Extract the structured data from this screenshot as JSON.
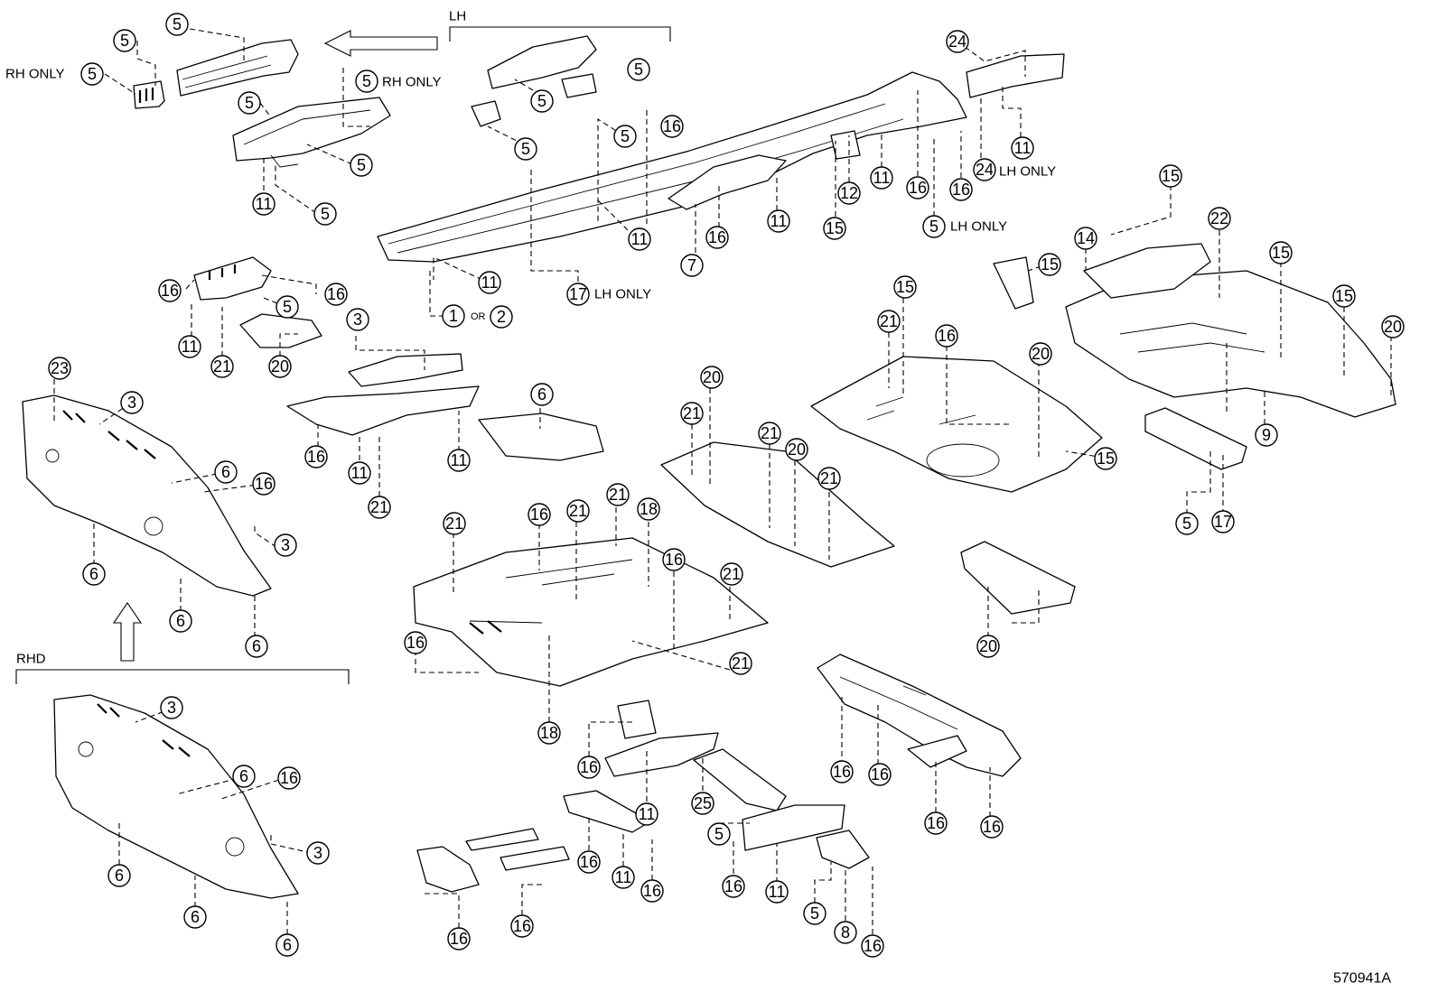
{
  "labels": {
    "rh_only": "RH ONLY",
    "lh_only": "LH ONLY",
    "lh": "LH",
    "rhd": "RHD",
    "or": "OR",
    "figure_id": "570941A"
  },
  "callouts": [
    "1",
    "2",
    "3",
    "5",
    "6",
    "7",
    "8",
    "9",
    "11",
    "12",
    "14",
    "15",
    "16",
    "17",
    "18",
    "20",
    "21",
    "22",
    "23",
    "24",
    "25"
  ]
}
